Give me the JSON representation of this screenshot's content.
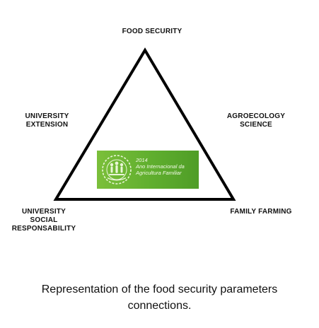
{
  "diagram": {
    "vertices": {
      "top": "FOOD SECURITY",
      "bottom_left": [
        "UNIVERSITY",
        "SOCIAL",
        "RESPONSABILITY"
      ],
      "bottom_right": "FAMILY FARMING"
    },
    "sides": {
      "left": [
        "UNIVERSITY",
        "EXTENSION"
      ],
      "right": [
        "AGROECOLOGY",
        "SCIENCE"
      ]
    },
    "logo": {
      "lines": [
        "2014",
        "Ano Internacional da",
        "Agricultura Familiar"
      ],
      "color": "#5fae2e"
    },
    "colors": {
      "line": "#000000",
      "text": "#111111",
      "background": "#ffffff"
    }
  },
  "caption": {
    "lines": [
      "Representation of the food security parameters",
      "connections."
    ]
  }
}
